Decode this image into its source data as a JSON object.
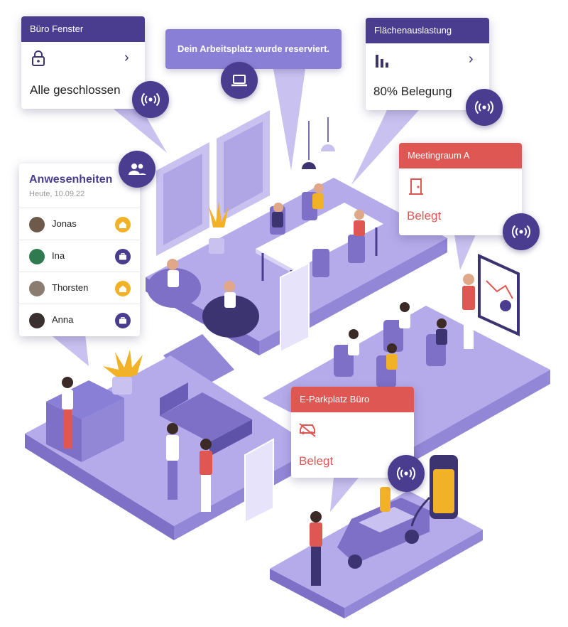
{
  "cards": {
    "window": {
      "header": "Büro Fenster",
      "status": "Alle geschlossen",
      "icon": "lock-icon"
    },
    "banner": {
      "message": "Dein Arbeitsplatz wurde reserviert.",
      "icon": "laptop-icon"
    },
    "occupancy": {
      "header": "Flächenauslastung",
      "status": "80% Belegung",
      "icon": "bar-chart-icon"
    },
    "meeting": {
      "header": "Meetingraum A",
      "status": "Belegt",
      "icon": "door-icon"
    },
    "parking": {
      "header": "E-Parkplatz Büro",
      "status": "Belegt",
      "icon": "no-car-icon"
    }
  },
  "attendance": {
    "title": "Anwesenheiten",
    "date": "Heute, 10.09.22",
    "people": [
      {
        "name": "Jonas",
        "location": "home",
        "avatar_color": "#6d5a4a"
      },
      {
        "name": "Ina",
        "location": "office",
        "avatar_color": "#2f7a4f"
      },
      {
        "name": "Thorsten",
        "location": "home",
        "avatar_color": "#8a7c70"
      },
      {
        "name": "Anna",
        "location": "office",
        "avatar_color": "#3a3030"
      }
    ]
  },
  "colors": {
    "brand_purple": "#4a3d8f",
    "light_purple": "#8a7fd6",
    "floor": "#a69ae0",
    "occupied_red": "#df5752",
    "home_yellow": "#f2b227"
  }
}
